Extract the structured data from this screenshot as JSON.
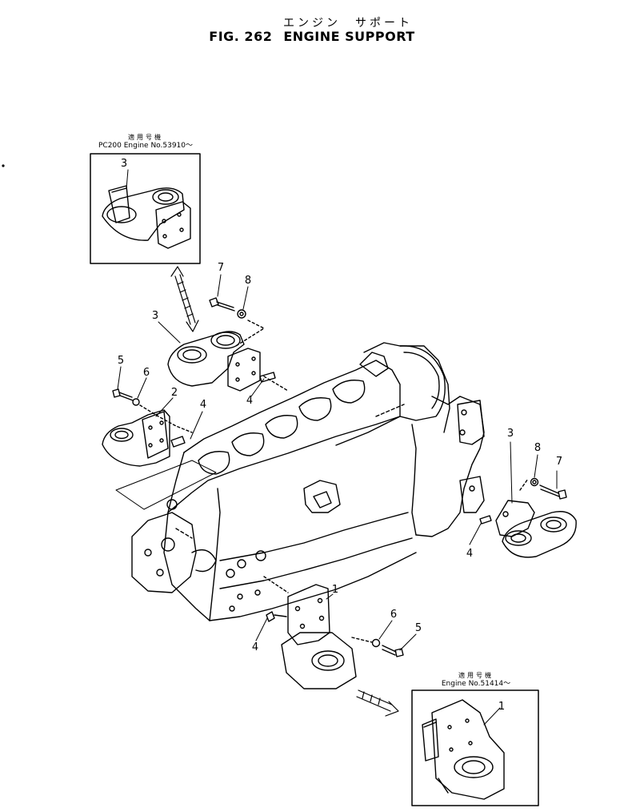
{
  "title": {
    "japanese": "エンジン　サポート",
    "figure_label": "FIG. 262",
    "english": "ENGINE  SUPPORT"
  },
  "inset_top": {
    "caption_jp": "適用号機",
    "caption": "PC200  Engine  No.53910～",
    "part_number": "3"
  },
  "inset_bottom": {
    "caption_jp": "適用号機",
    "caption": "Engine  No.51414～",
    "part_number": "1"
  },
  "callouts": [
    "7",
    "8",
    "3",
    "5",
    "6",
    "2",
    "4",
    "4",
    "3",
    "8",
    "7",
    "4",
    "1",
    "6",
    "5",
    "4"
  ],
  "colors": {
    "ink": "#000000",
    "paper": "#ffffff"
  }
}
